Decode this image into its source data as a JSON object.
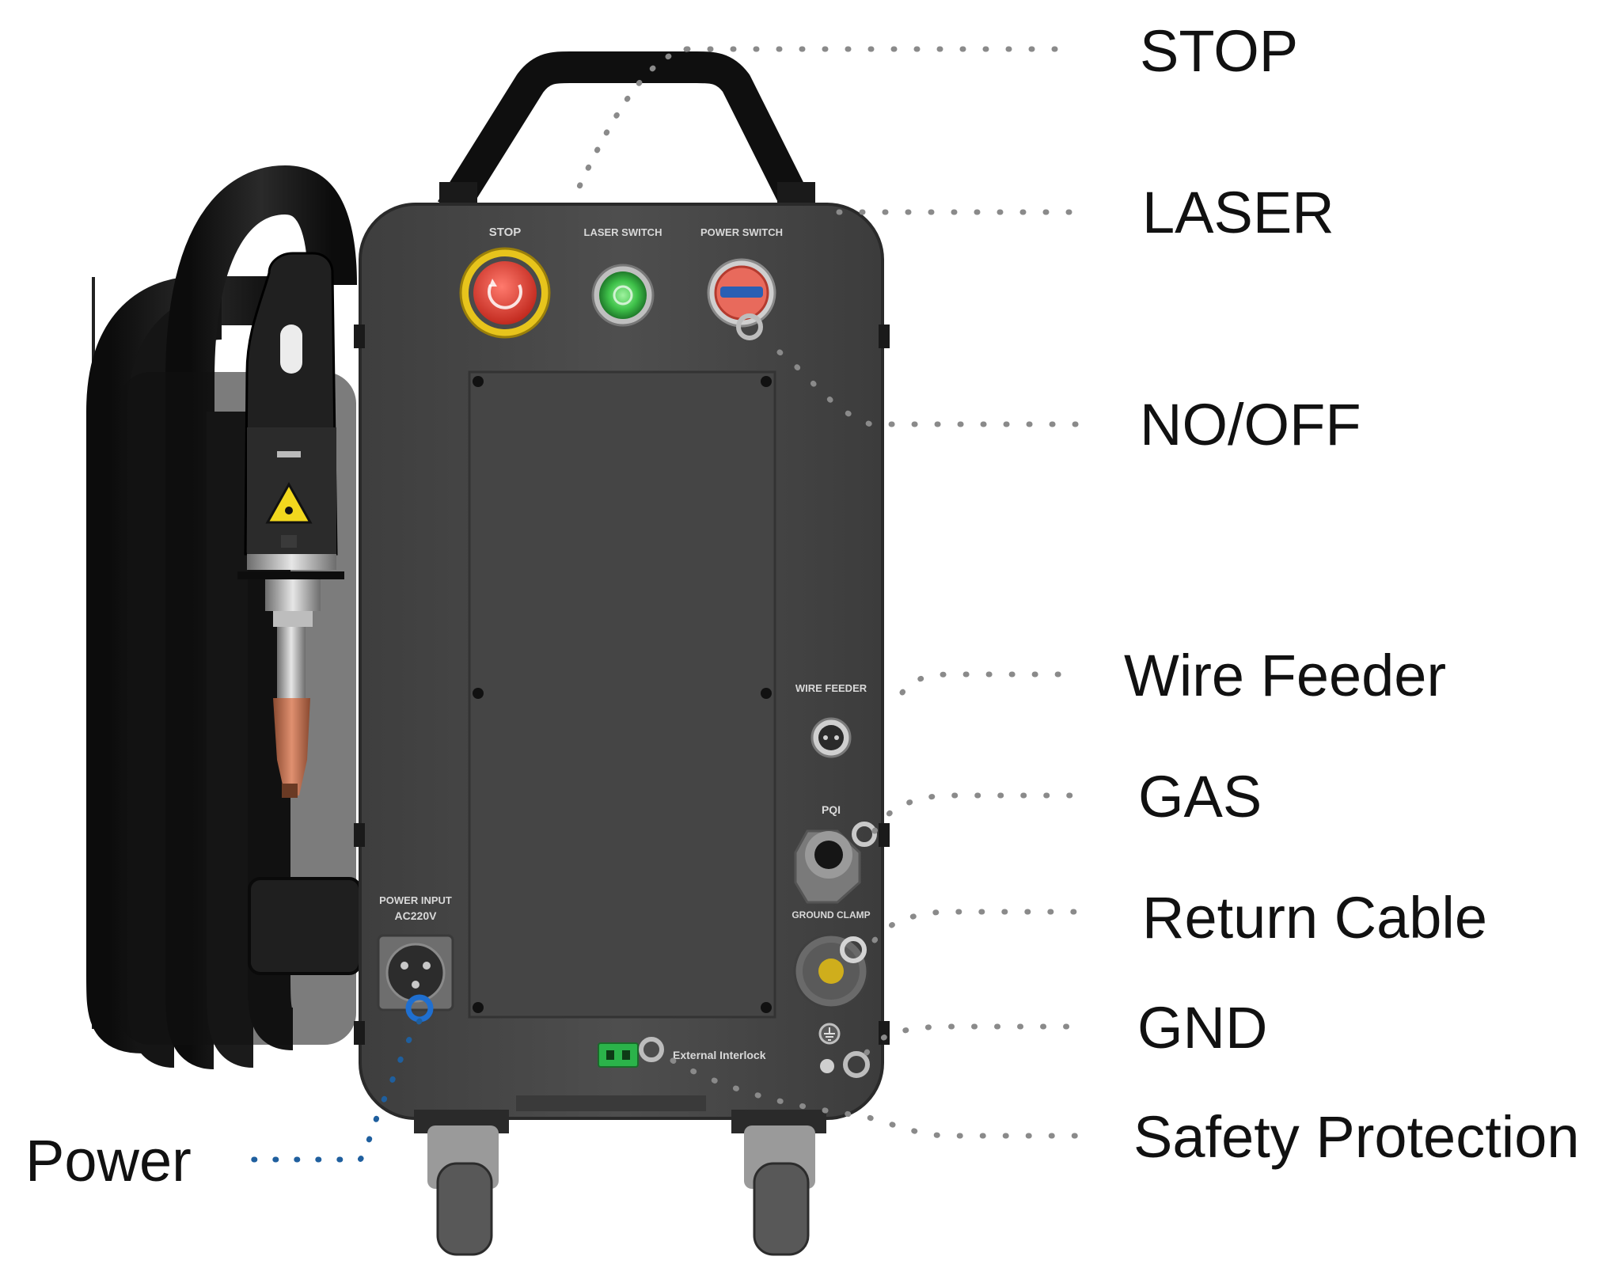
{
  "callouts": {
    "stop": "STOP",
    "laser": "LASER",
    "no_off": "NO/OFF",
    "wire_feeder": "Wire Feeder",
    "gas": "GAS",
    "return_cable": "Return Cable",
    "gnd": "GND",
    "safety_protection": "Safety Protection",
    "power": "Power"
  },
  "panel": {
    "stop": "STOP",
    "laser_switch": "LASER SWITCH",
    "power_switch": "POWER SWITCH",
    "wire_feeder": "WIRE FEEDER",
    "pqi": "PQI",
    "ground_clamp": "GROUND CLAMP",
    "power_input": "POWER INPUT",
    "power_voltage": "AC220V",
    "external_interlock": "External Interlock"
  },
  "colors": {
    "body": "#4a4a4a",
    "cable": "#1a1a1a",
    "stop_red": "#d8352b",
    "stop_yellow": "#e7c41c",
    "laser_green": "#3fc24a",
    "leader_gray": "#8a8a8a",
    "leader_blue": "#1f5f9e"
  }
}
